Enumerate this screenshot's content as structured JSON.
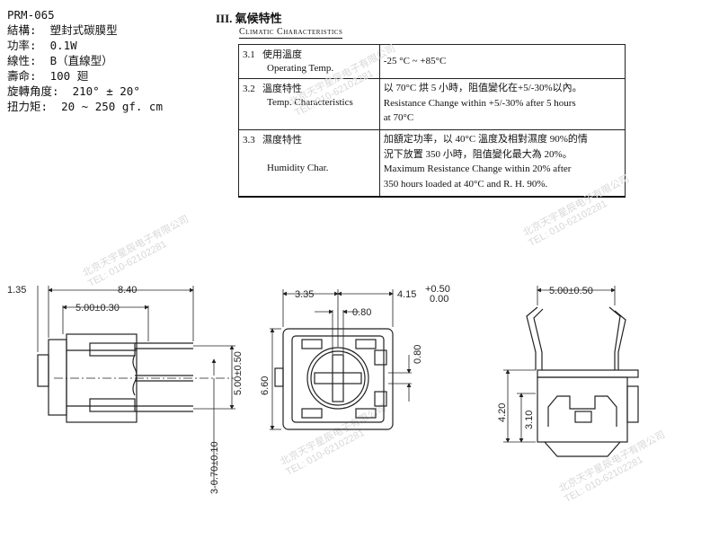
{
  "specs": {
    "model": "PRM-065",
    "structure_label": "結構:",
    "structure_value": "塑封式碳膜型",
    "power_label": "功率:",
    "power_value": "0.1W",
    "taper_label": "線性:",
    "taper_value": "B（直線型）",
    "life_label": "壽命:",
    "life_value": "100 廻",
    "rotation_label": "旋轉角度:",
    "rotation_value": "210° ± 20°",
    "torque_label": "扭力矩:",
    "torque_value": "20 ~ 250 gf. cm"
  },
  "climatic": {
    "title": "III. 氣候特性",
    "subtitle": "Climatic Characteristics",
    "rows": [
      {
        "num": "3.1",
        "name_cn": "使用溫度",
        "name_en": "Operating Temp.",
        "desc": "-25 °C ~ +85°C"
      },
      {
        "num": "3.2",
        "name_cn": "溫度特性",
        "name_en": "Temp. Characteristics",
        "desc_cn": "以 70°C 烘 5 小時，阻值變化在+5/-30%以內。",
        "desc_en_1": "Resistance Change within +5/-30% after 5 hours",
        "desc_en_2": "at 70°C"
      },
      {
        "num": "3.3",
        "name_cn": "濕度特性",
        "name_en": "Humidity Char.",
        "desc_cn_1": "加額定功率，以 40°C 溫度及相對濕度 90%的情",
        "desc_cn_2": "況下放置 350 小時，阻值變化最大為 20%。",
        "desc_en_1": "Maximum Resistance Change within 20% after",
        "desc_en_2": "350 hours loaded at 40°C and R. H. 90%."
      }
    ]
  },
  "watermark": {
    "line1": "北京天宇星辰电子有限公司",
    "line2": "TEL: 010-62102281"
  },
  "dimensions": {
    "left_135": "1.35",
    "left_840": "8.40",
    "left_500": "5.00±0.30",
    "left_vert_500": "5.00±0.50",
    "left_pin": "3-0.70±0.10",
    "mid_335": "3.35",
    "mid_415": "4.15",
    "mid_tol_plus": "+0.50",
    "mid_tol_zero": "0.00",
    "mid_080_h": "0.80",
    "mid_080_v": "0.80",
    "mid_660": "6.60",
    "right_500": "5.00±0.50",
    "right_420": "4.20",
    "right_310": "3.10"
  }
}
